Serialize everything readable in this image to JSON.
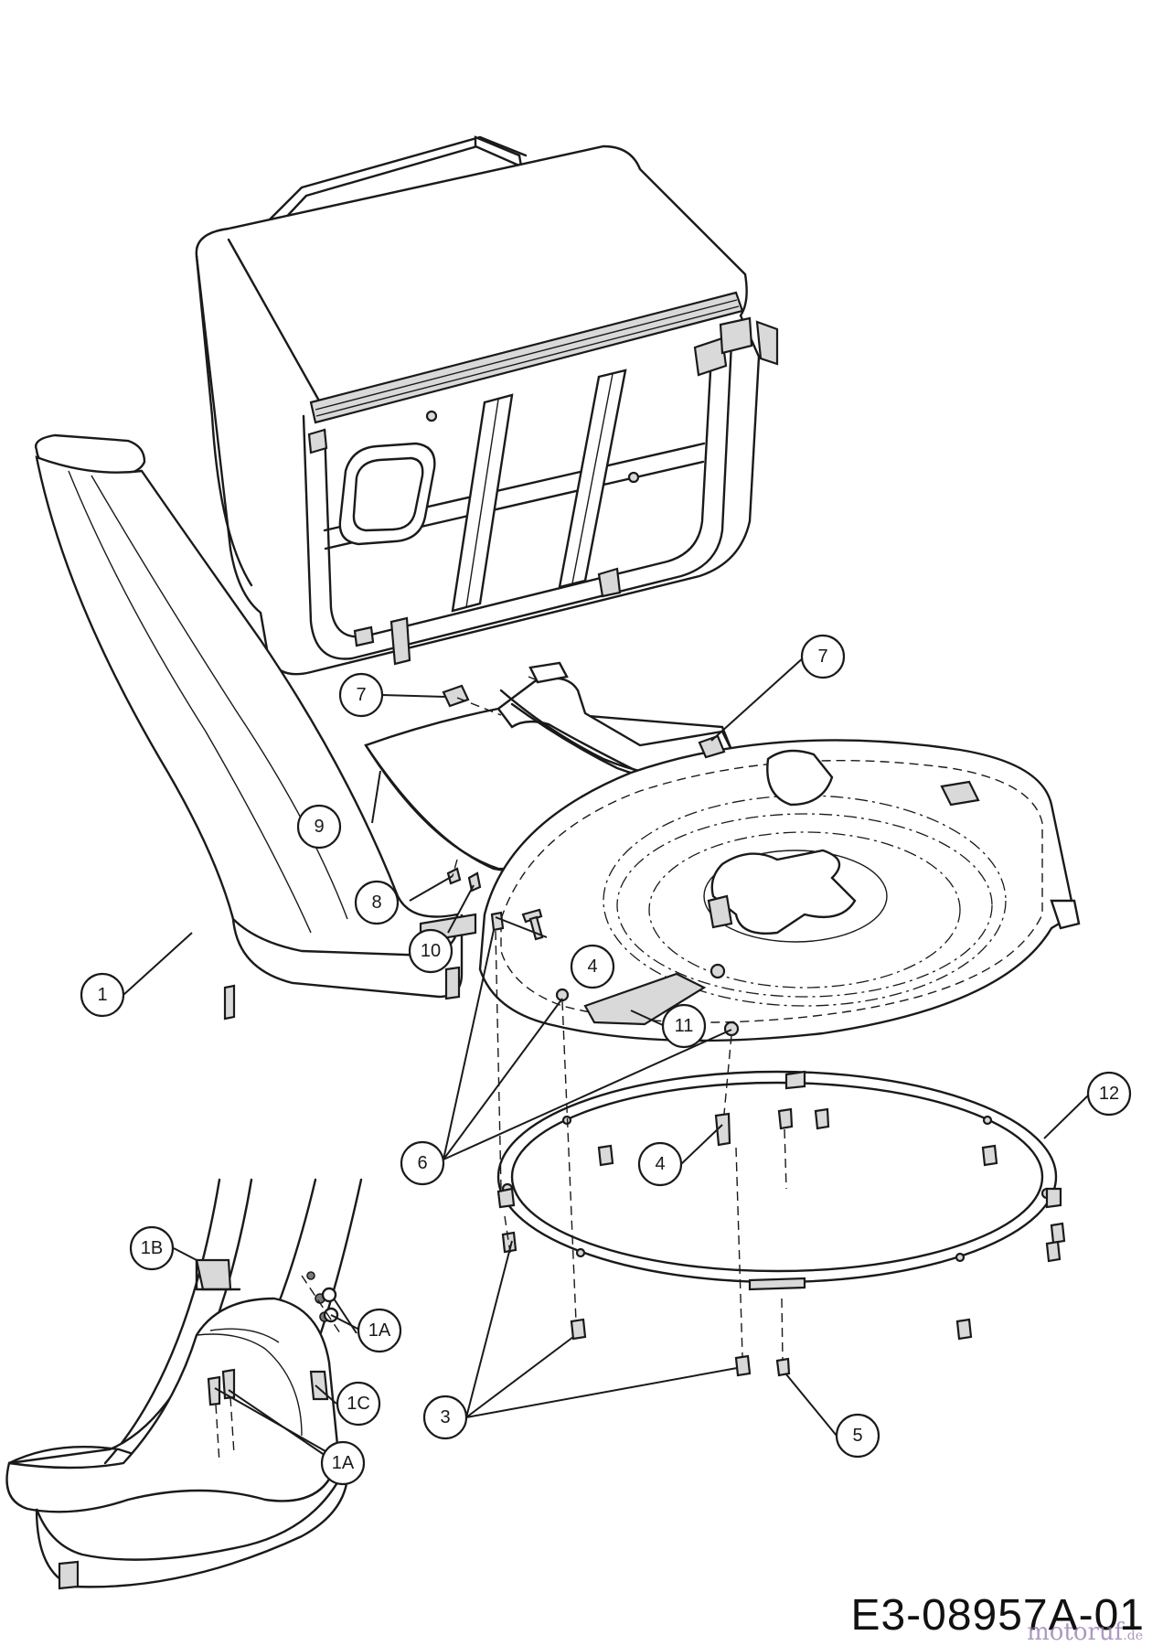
{
  "drawing_number": "E3-08957A-01",
  "watermark": {
    "brand": "motoruf",
    "suffix": ".de"
  },
  "callouts": [
    {
      "id": "c1",
      "label": "1"
    },
    {
      "id": "c1a_top",
      "label": "1A"
    },
    {
      "id": "c1a_bot",
      "label": "1A"
    },
    {
      "id": "c1b",
      "label": "1B"
    },
    {
      "id": "c1c",
      "label": "1C"
    },
    {
      "id": "c3",
      "label": "3"
    },
    {
      "id": "c4_top",
      "label": "4"
    },
    {
      "id": "c4_bot",
      "label": "4"
    },
    {
      "id": "c5",
      "label": "5"
    },
    {
      "id": "c6",
      "label": "6"
    },
    {
      "id": "c7_left",
      "label": "7"
    },
    {
      "id": "c7_right",
      "label": "7"
    },
    {
      "id": "c8",
      "label": "8"
    },
    {
      "id": "c9",
      "label": "9"
    },
    {
      "id": "c10",
      "label": "10"
    },
    {
      "id": "c11",
      "label": "11"
    },
    {
      "id": "c12",
      "label": "12"
    }
  ]
}
